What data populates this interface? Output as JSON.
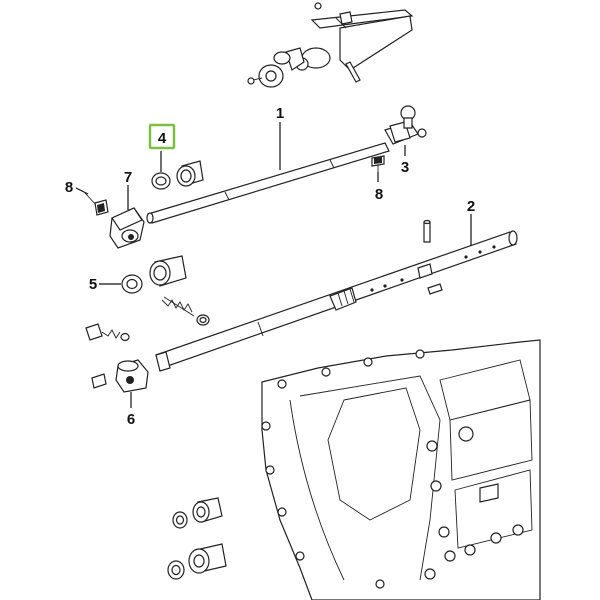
{
  "diagram": {
    "highlight_color": "#7bc043",
    "callouts": [
      {
        "id": "1",
        "label": "1"
      },
      {
        "id": "2",
        "label": "2"
      },
      {
        "id": "3",
        "label": "3"
      },
      {
        "id": "4",
        "label": "4",
        "highlighted": true
      },
      {
        "id": "5",
        "label": "5"
      },
      {
        "id": "6",
        "label": "6"
      },
      {
        "id": "7",
        "label": "7"
      },
      {
        "id": "8a",
        "label": "8"
      },
      {
        "id": "8b",
        "label": "8"
      }
    ]
  }
}
